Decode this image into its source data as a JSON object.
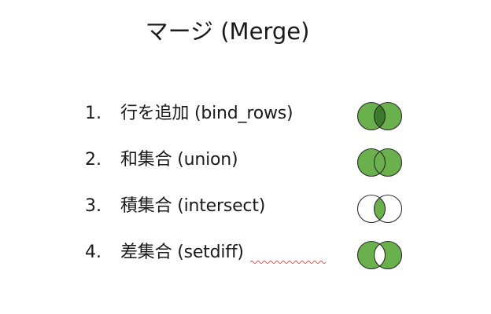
{
  "slide": {
    "title": "マージ (Merge)"
  },
  "items": [
    {
      "number": "1.",
      "label": "行を追加 (bind_rows)",
      "venn": "bind_rows-venn-icon",
      "mode": "bind"
    },
    {
      "number": "2.",
      "label": "和集合 (union)",
      "venn": "union-venn-icon",
      "mode": "union"
    },
    {
      "number": "3.",
      "label": "積集合 (intersect)",
      "venn": "intersect-venn-icon",
      "mode": "intersect"
    },
    {
      "number": "4.",
      "label": "差集合 (setdiff)",
      "venn": "setdiff-venn-icon",
      "mode": "setdiff"
    }
  ],
  "colors": {
    "green": "#6ab04c",
    "green_dark": "#3a7a2a",
    "outline": "#2a2a2a",
    "background": "#ffffff",
    "spellcheck": "#d94b4b"
  }
}
